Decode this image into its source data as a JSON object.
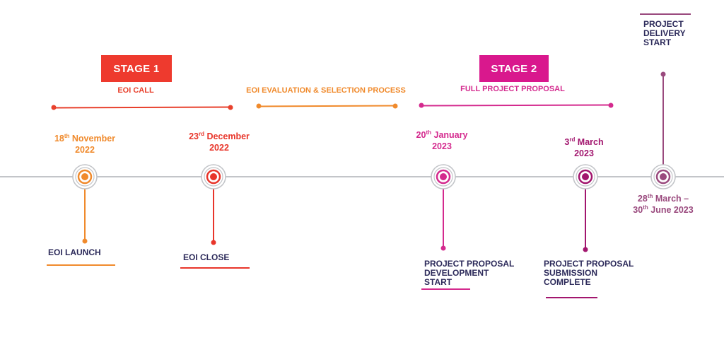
{
  "stages": [
    {
      "label": "STAGE 1",
      "color": "#ee3a2e"
    },
    {
      "label": "STAGE 2",
      "color": "#d9188d"
    }
  ],
  "phases": [
    {
      "label": "EOI CALL",
      "color": "#e8402c"
    },
    {
      "label": "EOI EVALUATION & SELECTION PROCESS",
      "color": "#f08a2c"
    },
    {
      "label": "FULL PROJECT PROPOSAL",
      "color": "#d42a8e"
    }
  ],
  "milestones": [
    {
      "date_day": "18",
      "date_suffix": "th",
      "date_rest": " November",
      "date_line2": "2022",
      "event_lines": [
        "EOI LAUNCH"
      ],
      "color": "#f08a2c"
    },
    {
      "date_day": "23",
      "date_suffix": "rd",
      "date_rest": " December",
      "date_line2": "2022",
      "event_lines": [
        "EOI CLOSE"
      ],
      "color": "#e8352a"
    },
    {
      "date_day": "20",
      "date_suffix": "th",
      "date_rest": " January",
      "date_line2": "2023",
      "event_lines": [
        "PROJECT PROPOSAL",
        "DEVELOPMENT",
        "START"
      ],
      "color": "#d42a8e"
    },
    {
      "date_day": "3",
      "date_suffix": "rd",
      "date_rest": " March",
      "date_line2": "2023",
      "event_lines": [
        "PROJECT PROPOSAL",
        "SUBMISSION",
        "COMPLETE"
      ],
      "color": "#a2166e"
    },
    {
      "date_day": "28",
      "date_suffix": "th",
      "date_rest": "  March –",
      "date2_day": "30",
      "date2_suffix": "th",
      "date2_rest": " June 2023",
      "event_lines": [
        "PROJECT",
        "DELIVERY",
        "START"
      ],
      "color": "#9a4a7e"
    }
  ],
  "colors": {
    "timeline": "#c3c5c9",
    "text_dark": "#2c2a5a"
  }
}
